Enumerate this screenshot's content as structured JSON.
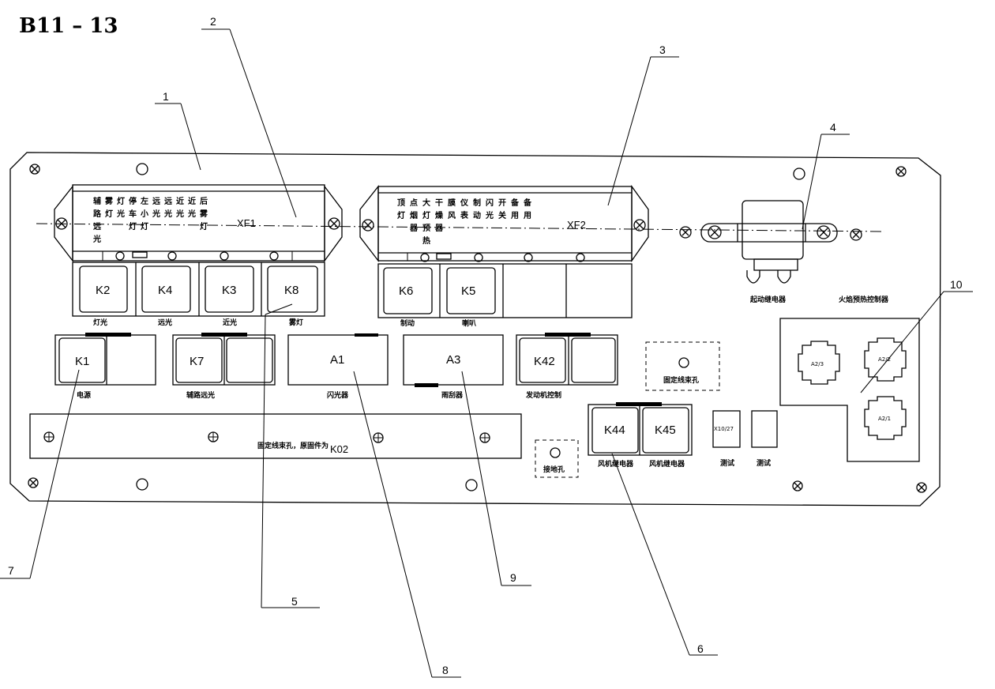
{
  "title": "B11 – 13",
  "connectors": {
    "xf1": {
      "label": "XF1",
      "fuse_columns": [
        [
          "辅",
          "路",
          "远",
          "光"
        ],
        [
          "雾",
          "灯"
        ],
        [
          "灯",
          "光"
        ],
        [
          "停",
          "车",
          "灯"
        ],
        [
          "左",
          "小",
          "灯"
        ],
        [
          "远",
          "光"
        ],
        [
          "远",
          "光"
        ],
        [
          "近",
          "光"
        ],
        [
          "近",
          "光"
        ],
        [
          "后",
          "雾",
          "灯"
        ]
      ]
    },
    "xf2": {
      "label": "XF2",
      "fuse_columns": [
        [
          "顶",
          "灯"
        ],
        [
          "点",
          "烟",
          "器"
        ],
        [
          "大",
          "灯",
          "预",
          "热"
        ],
        [
          "干",
          "燥",
          "器"
        ],
        [
          "膜",
          "风"
        ],
        [
          "仪",
          "表"
        ],
        [
          "制",
          "动"
        ],
        [
          "闪",
          "光"
        ],
        [
          "开",
          "关"
        ],
        [
          "备",
          "用"
        ],
        [
          "备",
          "用"
        ]
      ]
    }
  },
  "relays": {
    "k2": {
      "label": "K2",
      "caption": "灯光"
    },
    "k4": {
      "label": "K4",
      "caption": "远光"
    },
    "k3": {
      "label": "K3",
      "caption": "近光"
    },
    "k8": {
      "label": "K8",
      "caption": "雾灯"
    },
    "k6": {
      "label": "K6",
      "caption": "制动"
    },
    "k5": {
      "label": "K5",
      "caption": "喇叭"
    },
    "k1": {
      "label": "K1",
      "caption": "电源"
    },
    "k7": {
      "label": "K7",
      "caption": "辅路远光"
    },
    "a1": {
      "label": "A1",
      "caption": "闪光器"
    },
    "a3": {
      "label": "A3",
      "caption": "雨刮器"
    },
    "k42": {
      "label": "K42",
      "caption": "发动机控制"
    },
    "k44": {
      "label": "K44",
      "caption": "风机继电器"
    },
    "k45": {
      "label": "K45",
      "caption": "风机继电器"
    }
  },
  "labels": {
    "start_relay": "起动继电器",
    "flame_preheat_controller": "火焰预热控制器",
    "fixing_hole": "固定线束孔",
    "fixing_hole_k02": "固定线束孔，原固件为",
    "k02_label": "K02",
    "ground_hole": "接地孔",
    "x10_27": "X10/27",
    "test_1": "测试",
    "test_2": "测试",
    "a2_3": "A2/3",
    "a2_2": "A2/2",
    "a2_1": "A2/1"
  },
  "callouts": [
    "1",
    "2",
    "3",
    "4",
    "5",
    "6",
    "7",
    "8",
    "9",
    "10"
  ]
}
